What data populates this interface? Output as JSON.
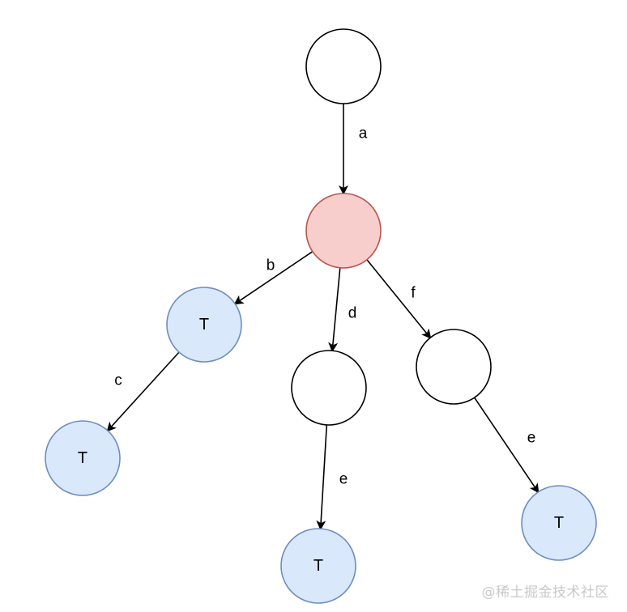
{
  "colors": {
    "default_fill": "#ffffff",
    "default_stroke": "#000000",
    "current_fill": "#f8cecc",
    "current_stroke": "#b85450",
    "terminal_fill": "#dae8fc",
    "terminal_stroke": "#6c8ebf",
    "edge": "#000000"
  },
  "tree": {
    "nodes": [
      {
        "id": "root",
        "label": "",
        "style": "default"
      },
      {
        "id": "n_a",
        "label": "",
        "style": "current"
      },
      {
        "id": "n_ab",
        "label": "T",
        "style": "terminal"
      },
      {
        "id": "n_abc",
        "label": "T",
        "style": "terminal"
      },
      {
        "id": "n_ad",
        "label": "",
        "style": "default"
      },
      {
        "id": "n_ade",
        "label": "T",
        "style": "terminal"
      },
      {
        "id": "n_af",
        "label": "",
        "style": "default"
      },
      {
        "id": "n_afe",
        "label": "T",
        "style": "terminal"
      }
    ],
    "edges": [
      {
        "id": "edge-a",
        "from": "root",
        "to": "n_a",
        "label": "a"
      },
      {
        "id": "edge-b",
        "from": "n_a",
        "to": "n_ab",
        "label": "b"
      },
      {
        "id": "edge-c",
        "from": "n_ab",
        "to": "n_abc",
        "label": "c"
      },
      {
        "id": "edge-d",
        "from": "n_a",
        "to": "n_ad",
        "label": "d"
      },
      {
        "id": "edge-e1",
        "from": "n_ad",
        "to": "n_ade",
        "label": "e"
      },
      {
        "id": "edge-f",
        "from": "n_a",
        "to": "n_af",
        "label": "f"
      },
      {
        "id": "edge-e2",
        "from": "n_af",
        "to": "n_afe",
        "label": "e"
      }
    ]
  },
  "watermark": {
    "text": "@稀土掘金技术社区"
  }
}
